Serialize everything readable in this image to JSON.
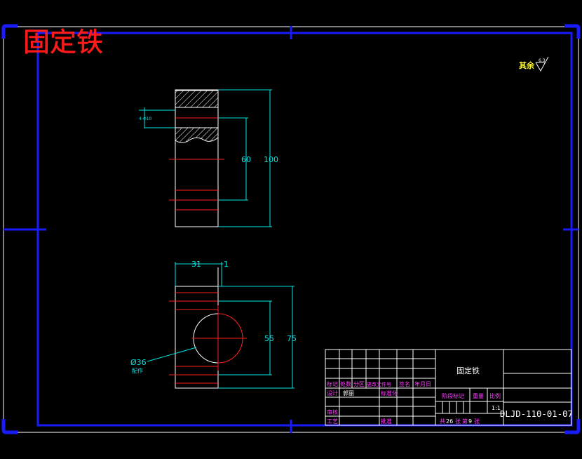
{
  "title_stamp": "固定铁",
  "roughness": {
    "label": "其余",
    "value": "6.3"
  },
  "views": {
    "front": {
      "hole_note": "4-Φ10",
      "dim_inner": "60",
      "dim_outer": "100"
    },
    "top": {
      "dim_width": "31",
      "dim_gap": "1",
      "dim_inner": "55",
      "dim_outer": "75",
      "bore_dia": "Ø36",
      "bore_note": "配作"
    }
  },
  "title_block": {
    "part_name": "固定铁",
    "headers": [
      "标记",
      "处数",
      "分区",
      "更改文件号",
      "签名",
      "年月日"
    ],
    "design_label": "设计",
    "designer": "郭丽",
    "standard_label": "标准化",
    "review_label": "审核",
    "process_label": "工艺",
    "approve_label": "批准",
    "stage_label": "阶段标记",
    "weight_label": "重量",
    "scale_label": "比例",
    "scale_value": "1:1",
    "sheet_total_prefix": "共",
    "sheet_total": "26",
    "sheet_total_unit": "张",
    "sheet_index_prefix": "第",
    "sheet_index": "9",
    "sheet_index_unit": "张",
    "drawing_number": "DLJD-110-01-07"
  },
  "colors": {
    "border_blue": "#1a1aff",
    "outline_white": "#ffffff",
    "center_red": "#ff2020",
    "dim_cyan": "#00e5e5",
    "text_magenta": "#ff3cff",
    "title_red": "#ff1a1a"
  }
}
